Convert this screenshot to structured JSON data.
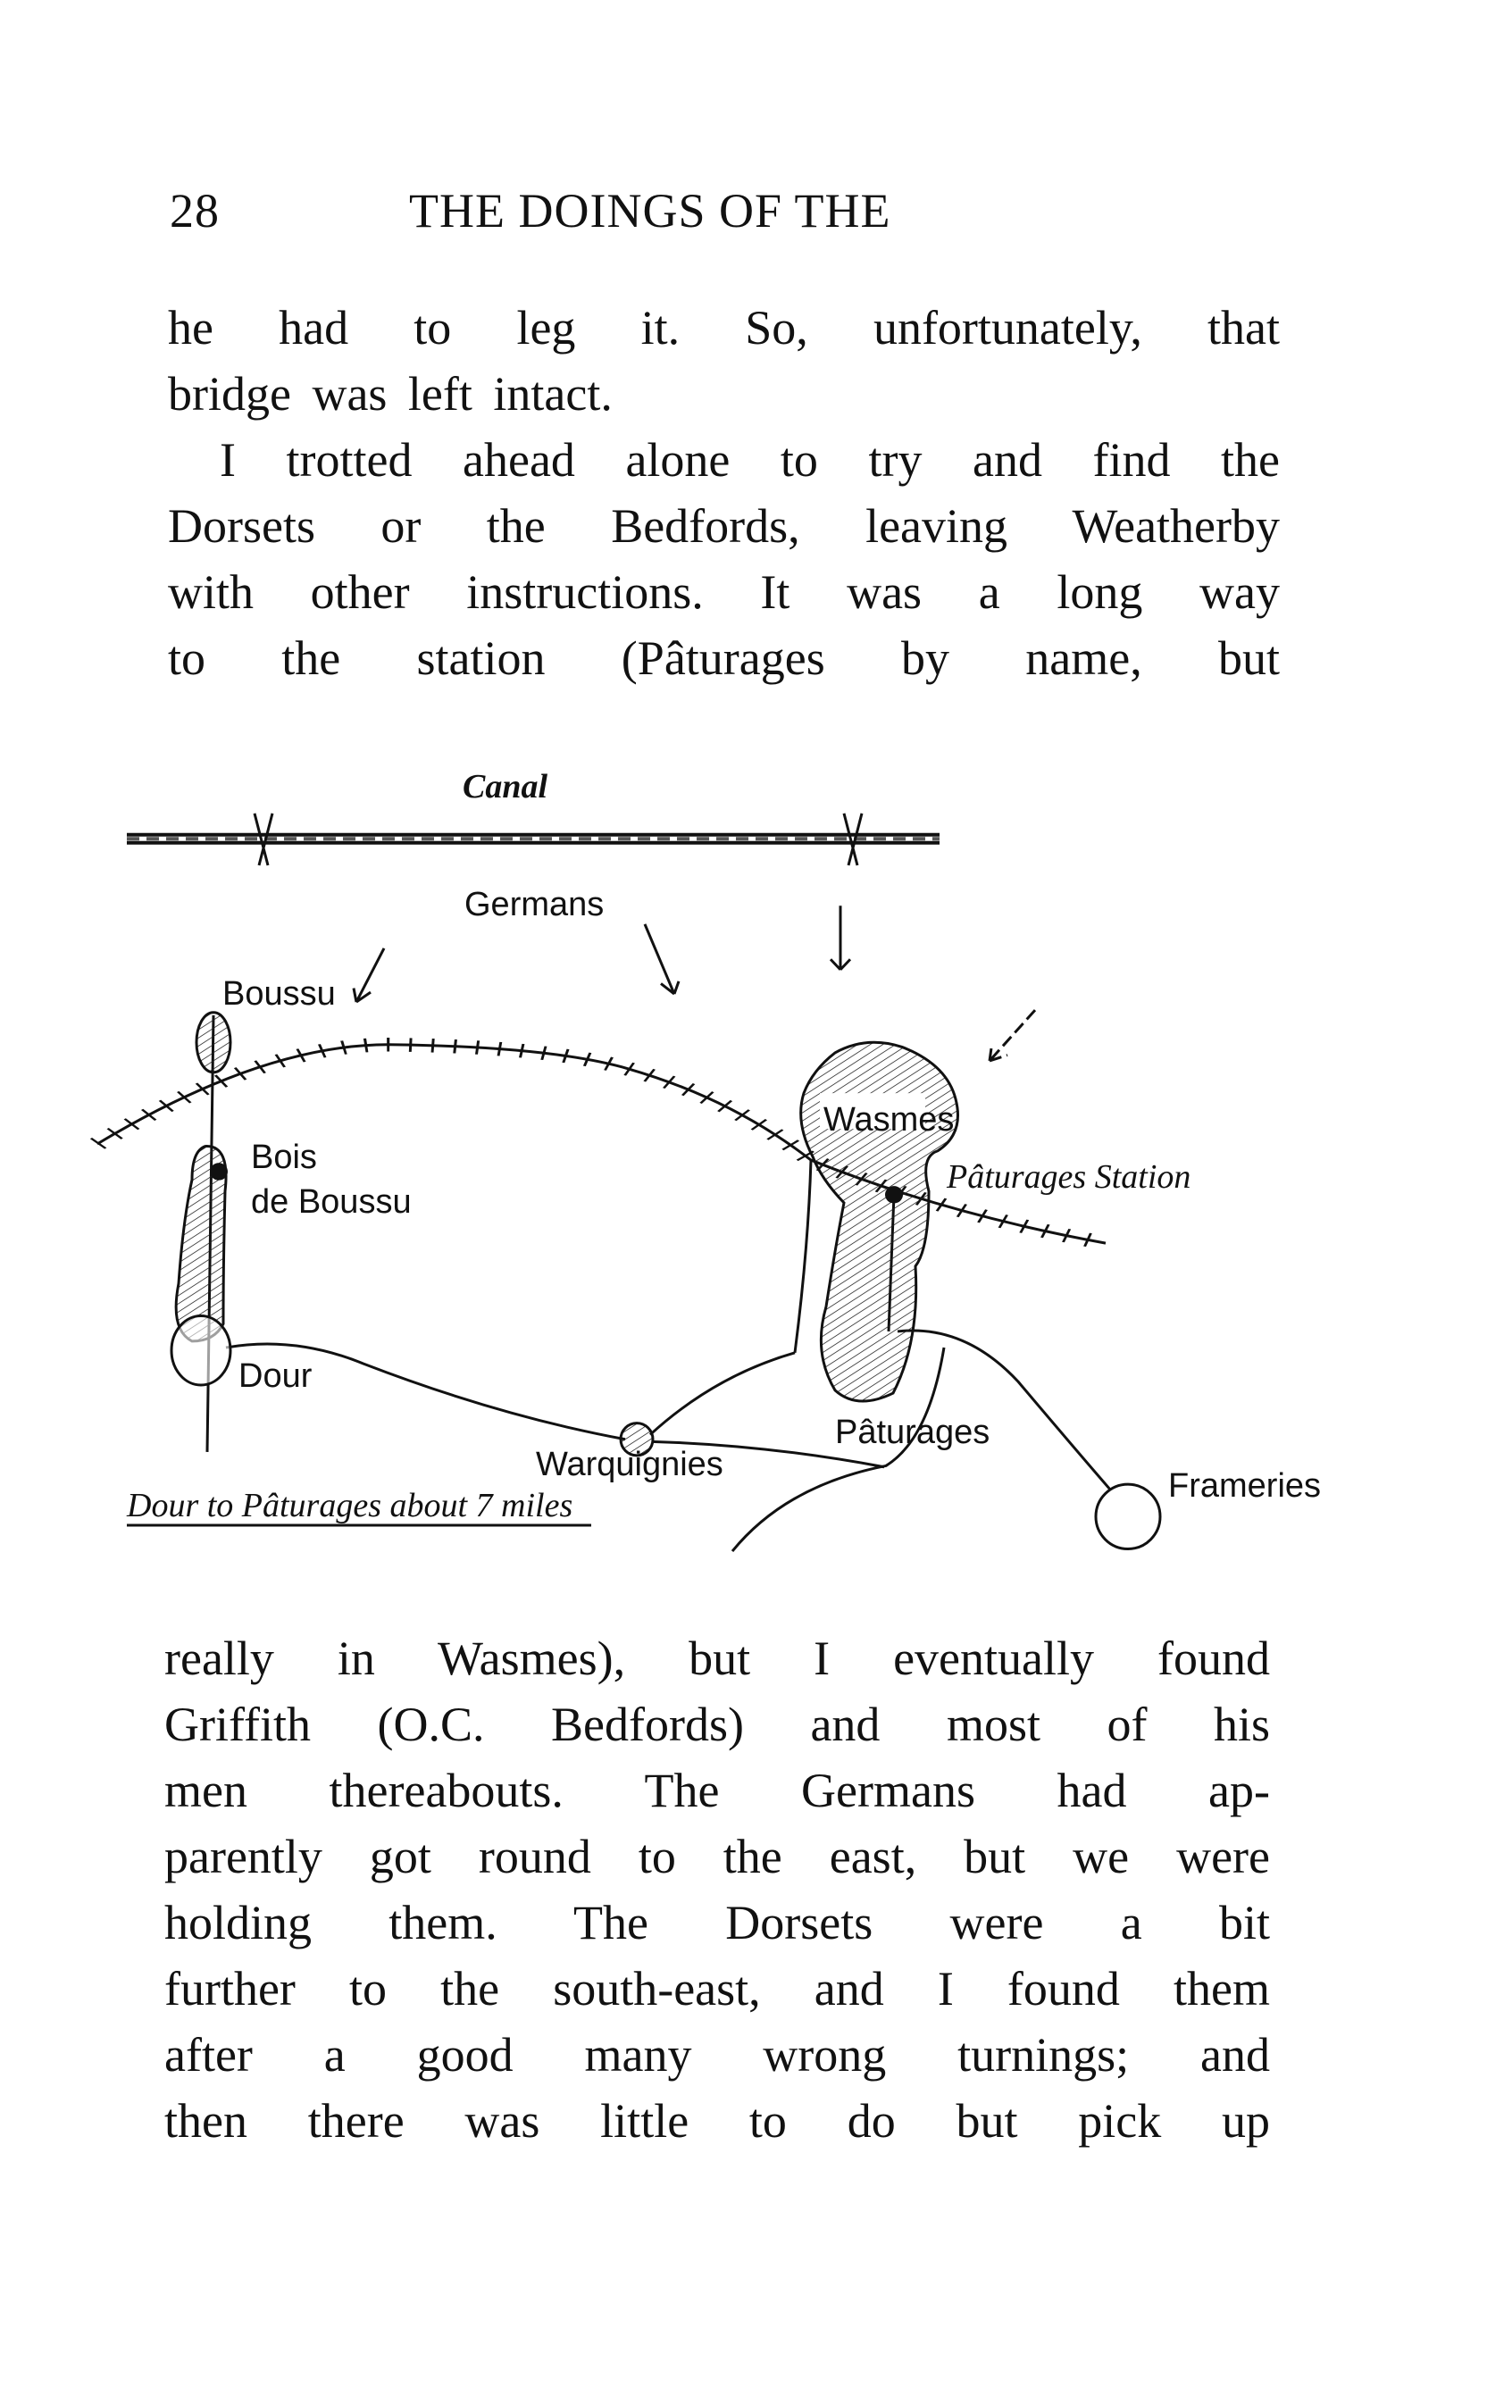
{
  "header": {
    "page_number": "28",
    "running_title": "THE DOINGS OF THE"
  },
  "upper_text": [
    "he had to leg it. So, unfortunately, that",
    "bridge was left intact.",
    "I trotted ahead alone to try and find the",
    "Dorsets or the Bedfords, leaving Weatherby",
    "with other instructions. It was a long way",
    "to the station (Pâturages by name, but"
  ],
  "map": {
    "labels": {
      "canal": "Canal",
      "germans": "Germans",
      "boussu": "Boussu",
      "bois": "Bois",
      "de_boussu": "de Boussu",
      "dour": "Dour",
      "warquignies": "Warquignies",
      "wasmes": "Wasmes",
      "station": "Pâturages Station",
      "paturages": "Pâturages",
      "frameries": "Frameries",
      "scale_note": "Dour to Pâturages about 7 miles"
    }
  },
  "lower_text": [
    "really in Wasmes), but I eventually found",
    "Griffith (O.C. Bedfords) and most of his",
    "men thereabouts. The Germans had ap-",
    "parently got round to the east, but we were",
    "holding them. The Dorsets were a bit",
    "further to the south-east, and I found them",
    "after a good many wrong turnings; and",
    "then there was little to do but pick up"
  ]
}
